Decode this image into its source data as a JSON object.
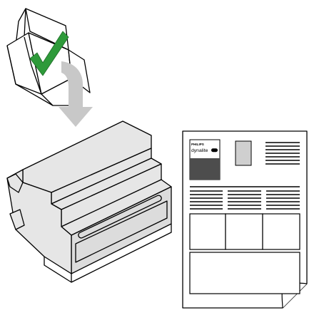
{
  "figure": {
    "type": "unpacking-instruction-illustration",
    "colors": {
      "line": "#000000",
      "body_fill": "#e6e6e6",
      "front_fill": "#dcdcdc",
      "check": "#2e9a3a",
      "arrow": "#c8c8c8",
      "logo_dark": "#4d4d4d",
      "photo_box": "#cfcfcf",
      "paper": "#ffffff"
    },
    "icons": [
      "open-box-icon",
      "checkmark-icon",
      "down-arrow-icon",
      "din-rail-module-icon",
      "document-icon",
      "logo-icon"
    ]
  },
  "document": {
    "logo_brand": "PHILIPS",
    "logo_product": "dynalite"
  }
}
